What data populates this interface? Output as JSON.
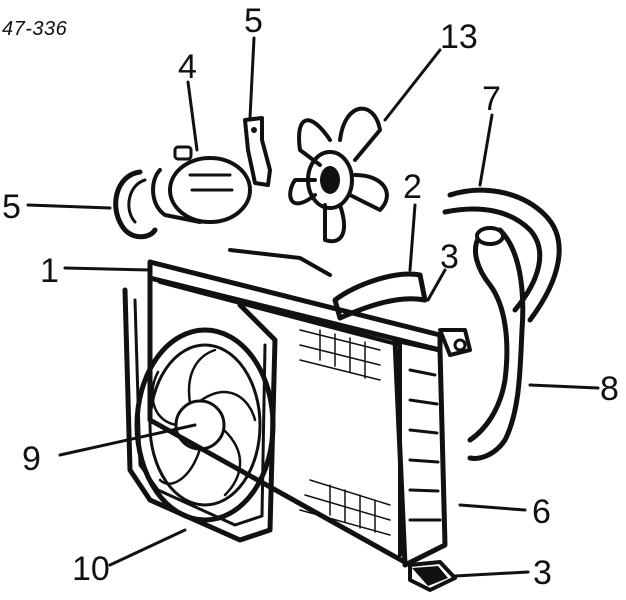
{
  "diagram": {
    "code": "47-336",
    "callouts": [
      {
        "id": "c1",
        "text": "1"
      },
      {
        "id": "c2",
        "text": "2"
      },
      {
        "id": "c3a",
        "text": "3"
      },
      {
        "id": "c3b",
        "text": "3"
      },
      {
        "id": "c4",
        "text": "4"
      },
      {
        "id": "c5a",
        "text": "5"
      },
      {
        "id": "c5b",
        "text": "5"
      },
      {
        "id": "c6",
        "text": "6"
      },
      {
        "id": "c7",
        "text": "7"
      },
      {
        "id": "c8",
        "text": "8"
      },
      {
        "id": "c9",
        "text": "9"
      },
      {
        "id": "c10",
        "text": "10"
      },
      {
        "id": "c13",
        "text": "13"
      }
    ]
  }
}
